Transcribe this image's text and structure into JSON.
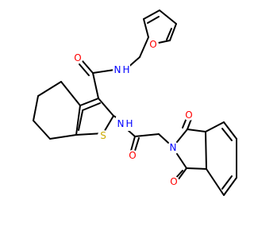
{
  "molecule": {
    "atom_colors": {
      "oxygen": "#ff0000",
      "nitrogen": "#0000ff",
      "sulfur": "#ccaa00",
      "carbon": "#000000"
    },
    "labels": {
      "amide_oxygen_top": "O",
      "amide_nh_top": "N",
      "amide_h_top": "H",
      "furan_oxygen": "O",
      "thiophene_sulfur": "S",
      "amide_nh_mid": "N",
      "amide_h_mid": "H",
      "amide_oxygen_mid": "O",
      "imide_nitrogen": "N",
      "imide_oxygen_upper": "O",
      "imide_oxygen_lower": "O"
    }
  }
}
